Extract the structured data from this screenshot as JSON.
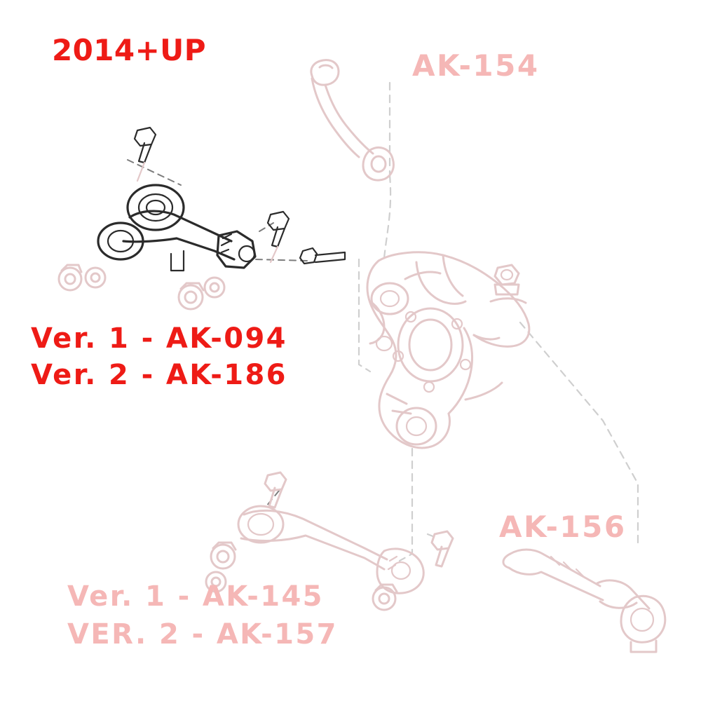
{
  "diagram": {
    "background_color": "#ffffff",
    "title_color": "#ee1b16",
    "secondary_color": "#f5b7b6",
    "part_outline_color": "#e7cfd0",
    "labels": {
      "year": "2014+UP",
      "upper_arm": "AK-154",
      "version1_camber": "Ver. 1 - AK-094",
      "version2_camber": "Ver. 2 - AK-186",
      "tie_rod": "AK-156",
      "version1_lower": "Ver. 1 - AK-145",
      "version2_lower": "VER. 2 - AK-157"
    }
  }
}
